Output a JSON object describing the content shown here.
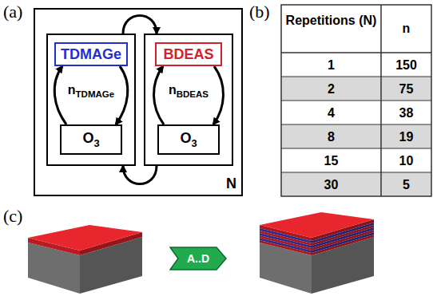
{
  "diagram": {
    "nodes": [
      {
        "text": [
          "N"
        ]
      },
      {
        "text": [
          "nTDMAGe"
        ],
        "in": 0
      },
      {
        "text": [
          "TDMAGe"
        ],
        "in": 1
      },
      {
        "text": [
          "O3"
        ],
        "in": 1
      },
      {
        "text": [
          "nBDEAS"
        ],
        "in": 0
      },
      {
        "text": [
          "BDEAS"
        ],
        "in": 4
      },
      {
        "text": [
          "O3"
        ],
        "in": 4
      },
      {
        "text": [
          "A..D"
        ]
      }
    ],
    "edges": [
      {
        "from": 1,
        "to": 4,
        "arrow": "to"
      },
      {
        "from": 4,
        "to": 1,
        "arrow": "to"
      },
      {
        "from": 3,
        "to": 2,
        "arrow": "to"
      },
      {
        "from": 2,
        "to": 3,
        "arrow": "to"
      },
      {
        "from": 6,
        "to": 5,
        "arrow": "to"
      },
      {
        "from": 5,
        "to": 6,
        "arrow": "to"
      }
    ],
    "labels": [
      "(a)",
      "(b)",
      "(c)",
      "Repetitions (N)",
      "n",
      "1",
      "150",
      "2",
      "75",
      "4",
      "38",
      "8",
      "19",
      "15",
      "10",
      "30",
      "5"
    ]
  }
}
